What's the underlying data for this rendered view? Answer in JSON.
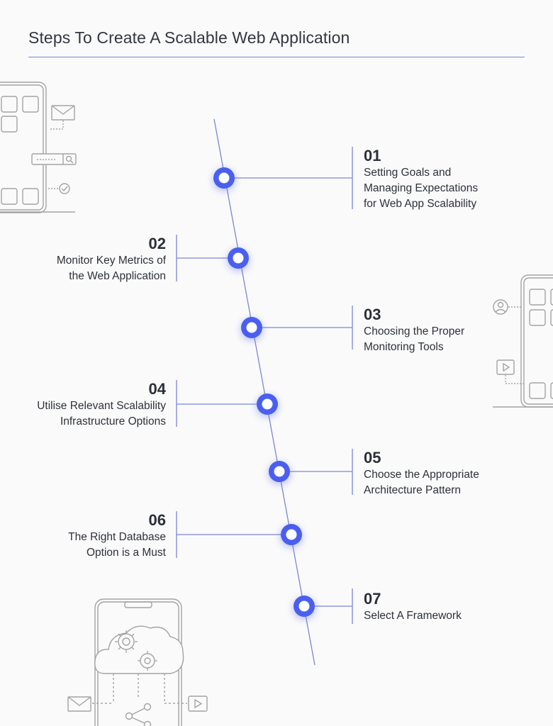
{
  "title": "Steps To Create A Scalable Web Application",
  "colors": {
    "accent": "#4a5ff0",
    "line": "#7b86d9",
    "illustration": "#9a9a9a"
  },
  "steps": [
    {
      "number": "01",
      "text": "Setting Goals and\nManaging Expectations\nfor Web App Scalability"
    },
    {
      "number": "02",
      "text": "Monitor Key Metrics of\nthe Web Application"
    },
    {
      "number": "03",
      "text": "Choosing the Proper\nMonitoring Tools"
    },
    {
      "number": "04",
      "text": "Utilise Relevant Scalability\nInfrastructure Options"
    },
    {
      "number": "05",
      "text": "Choose the Appropriate\nArchitecture Pattern"
    },
    {
      "number": "06",
      "text": "The Right Database\nOption is a Must"
    },
    {
      "number": "07",
      "text": "Select A Framework"
    }
  ],
  "icons": {
    "top_left": "phone-search-mail-icon",
    "right": "phone-user-video-icon",
    "bottom_left": "phone-cloud-gears-icon"
  }
}
